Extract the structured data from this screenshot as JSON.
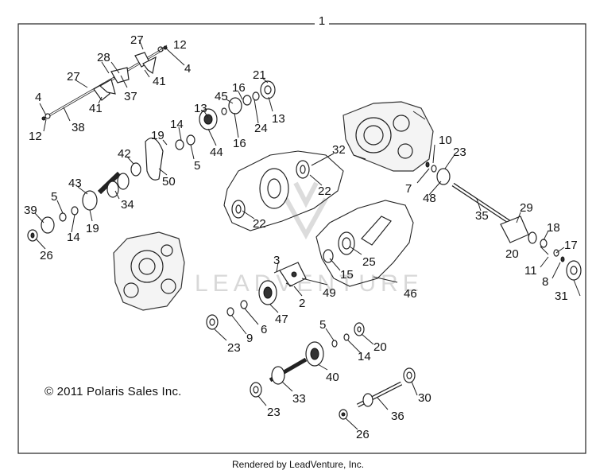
{
  "diagram": {
    "assembly_number": "1",
    "callouts": {
      "c27a": "27",
      "c12a": "12",
      "c4a": "4",
      "c28": "28",
      "c37": "37",
      "c41a": "41",
      "c27b": "27",
      "c41b": "41",
      "c4b": "4",
      "c38": "38",
      "c12b": "12",
      "c21": "21",
      "c16a": "16",
      "c45": "45",
      "c13a": "13",
      "c24": "24",
      "c13b": "13",
      "c16b": "16",
      "c44": "44",
      "c14a": "14",
      "c19a": "19",
      "c5a": "5",
      "c42": "42",
      "c50": "50",
      "c43": "43",
      "c34": "34",
      "c39": "39",
      "c5b": "5",
      "c19b": "19",
      "c14b": "14",
      "c26a": "26",
      "c32": "32",
      "c22a": "22",
      "c22b": "22",
      "c10": "10",
      "c23a": "23",
      "c7": "7",
      "c48": "48",
      "c35": "35",
      "c29": "29",
      "c18": "18",
      "c20a": "20",
      "c17": "17",
      "c11": "11",
      "c8": "8",
      "c31": "31",
      "c25": "25",
      "c15": "15",
      "c46": "46",
      "c3": "3",
      "c49": "49",
      "c2": "2",
      "c47": "47",
      "c6": "6",
      "c9": "9",
      "c23b": "23",
      "c5c": "5",
      "c14c": "14",
      "c20b": "20",
      "c40": "40",
      "c33": "33",
      "c23c": "23",
      "c30": "30",
      "c36": "36",
      "c26b": "26"
    },
    "copyright": "© 2011 Polaris Sales Inc.",
    "watermark": "LEADVENTURE"
  },
  "footer": {
    "text": "Rendered by LeadVenture, Inc."
  }
}
